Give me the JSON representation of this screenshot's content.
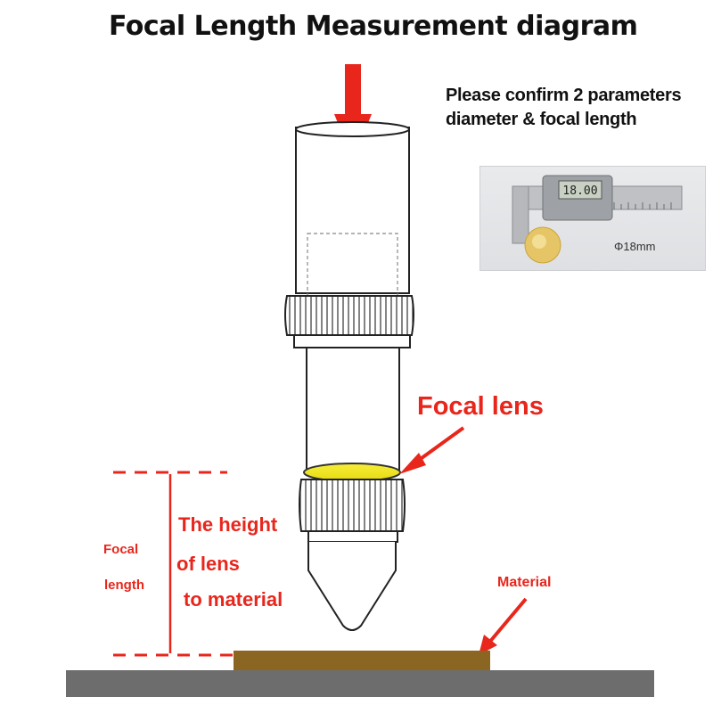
{
  "title": "Focal Length Measurement diagram",
  "note": {
    "line1": "Please confirm 2 parameters",
    "line2": "diameter & focal length"
  },
  "photo": {
    "caliper_reading": "18.00",
    "diameter_label": "Φ18mm"
  },
  "labels": {
    "focal_lens": "Focal lens",
    "height_line1": "The height",
    "height_line2": "of lens",
    "height_line3": "to material",
    "focal_length_line1": "Focal",
    "focal_length_line2": "length",
    "material": "Material"
  },
  "colors": {
    "arrow_red": "#e8261c",
    "lens_yellow": "#f4ea1e",
    "material_brown": "#8b6622",
    "base_gray": "#6d6d6d"
  }
}
